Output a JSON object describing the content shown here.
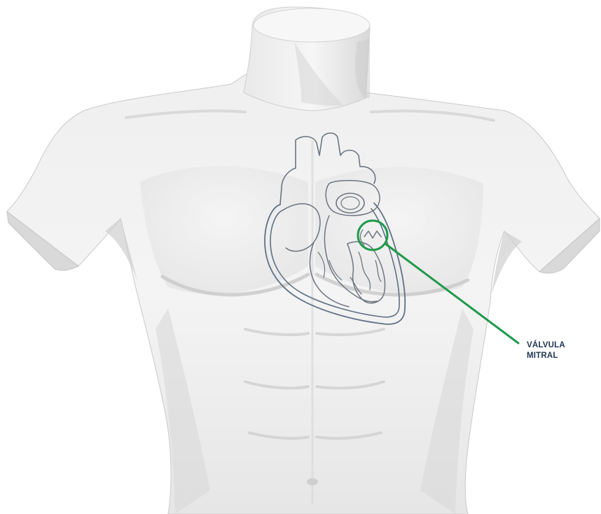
{
  "callout": {
    "line1": "VÁLVULA",
    "line2": "MITRAL"
  },
  "colors": {
    "background": "#ffffff",
    "skin_light": "#f3f3f3",
    "skin_mid": "#e3e3e3",
    "skin_shadow": "#cdcdcd",
    "skin_edge": "#bdbdbd",
    "heart_outline": "#6d7480",
    "chamber_outline": "#5f7086",
    "highlight": "#1f9a4c",
    "label_text": "#1e3550"
  },
  "icons": {
    "torso": "male-torso-figure",
    "heart": "heart-outline-diagram",
    "marker": "mitral-valve-circle-marker"
  }
}
